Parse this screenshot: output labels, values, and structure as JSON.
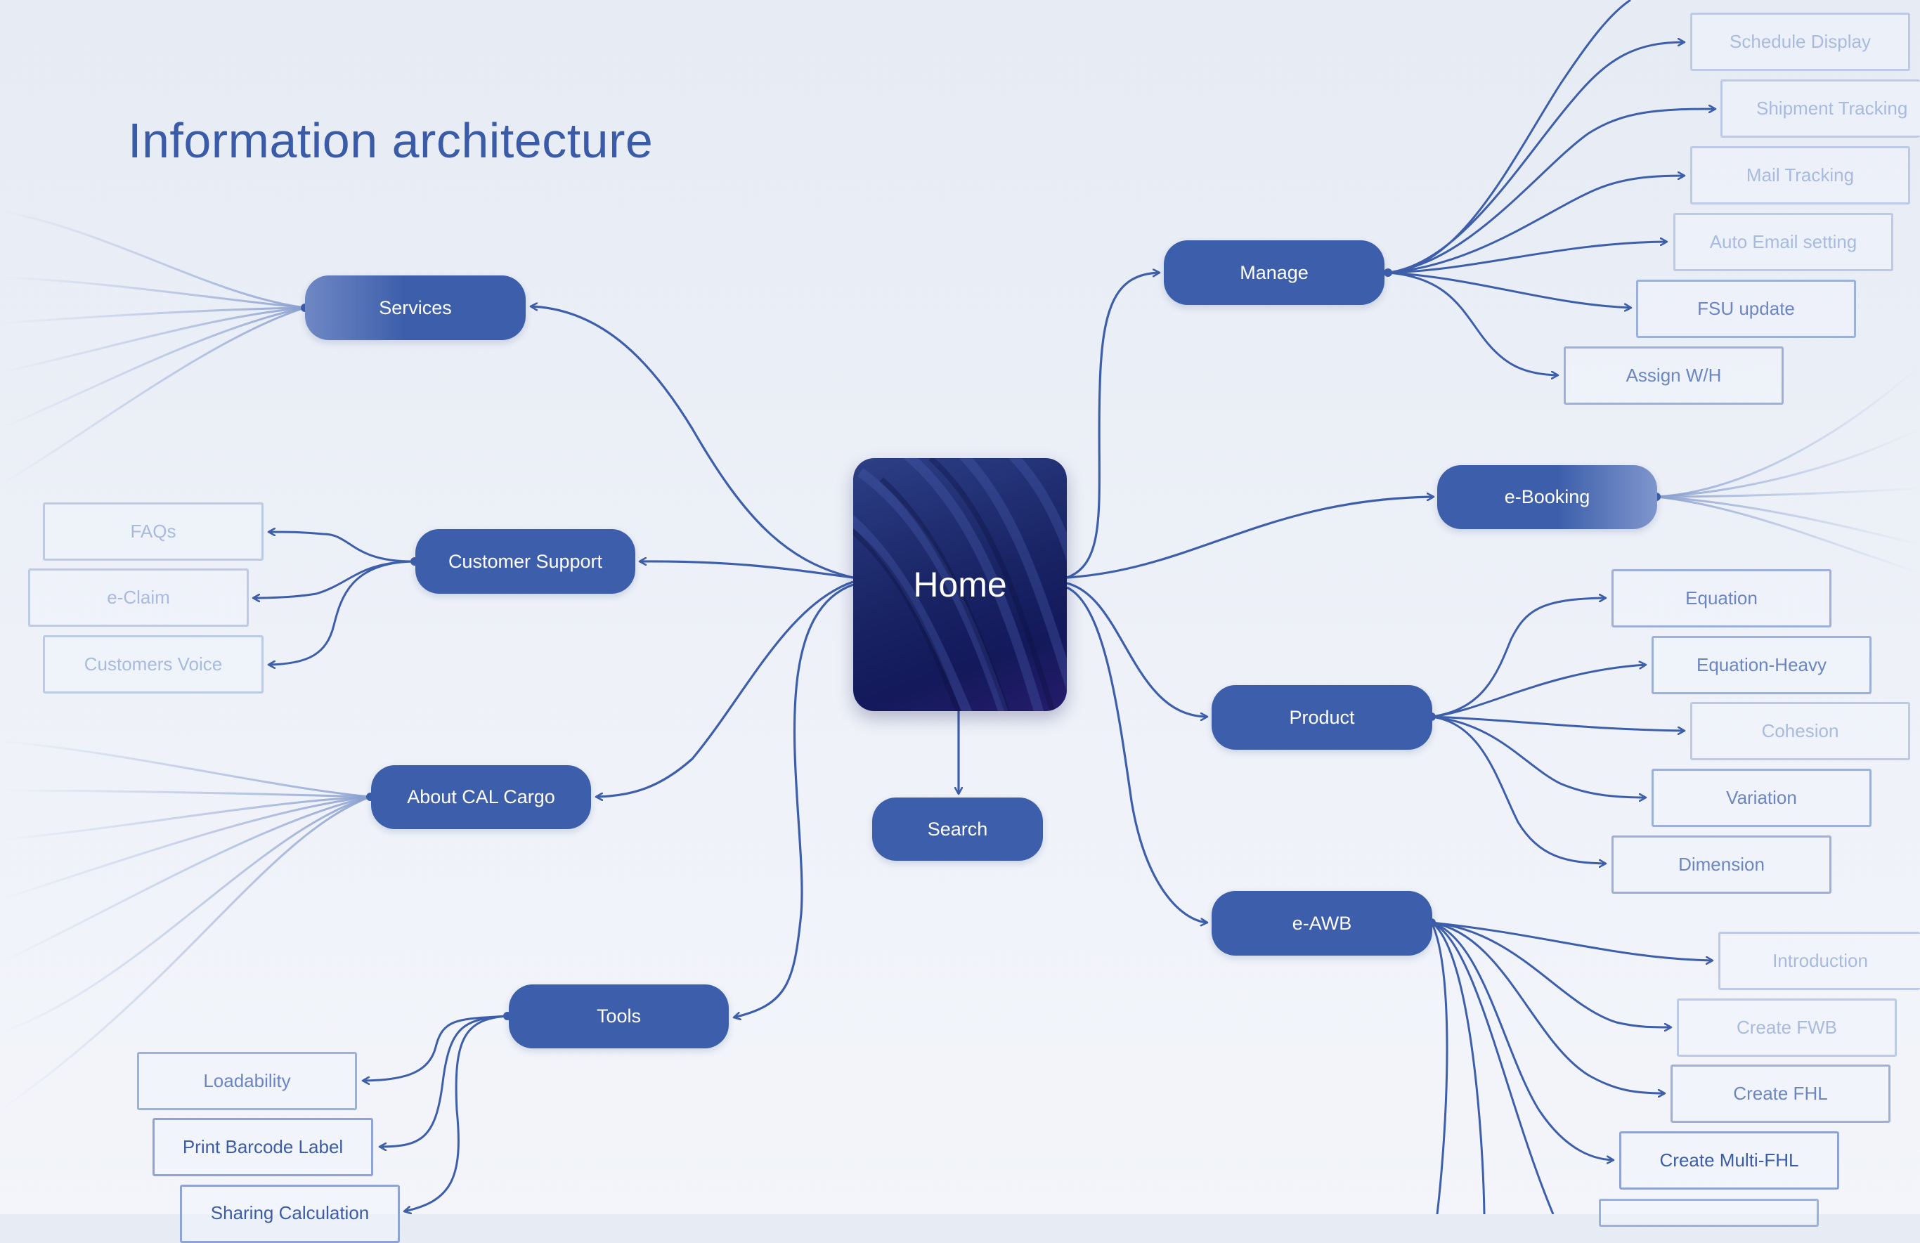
{
  "title": "Information architecture",
  "home": {
    "label": "Home"
  },
  "search": {
    "label": "Search"
  },
  "colors": {
    "accent": "#3d5fab",
    "leaf_border": "#9db0da",
    "home_dark": "#151b5c"
  },
  "branches": {
    "services": {
      "label": "Services",
      "children": []
    },
    "customer_support": {
      "label": "Customer Support",
      "children": [
        "FAQs",
        "e-Claim",
        "Customers Voice"
      ]
    },
    "about": {
      "label": "About CAL Cargo",
      "children": []
    },
    "tools": {
      "label": "Tools",
      "children": [
        "Loadability",
        "Print Barcode Label",
        "Sharing Calculation"
      ]
    },
    "manage": {
      "label": "Manage",
      "children": [
        "Schedule Display",
        "Shipment Tracking",
        "Mail Tracking",
        "Auto Email setting",
        "FSU update",
        "Assign W/H"
      ]
    },
    "ebooking": {
      "label": "e-Booking",
      "children": []
    },
    "product": {
      "label": "Product",
      "children": [
        "Equation",
        "Equation-Heavy",
        "Cohesion",
        "Variation",
        "Dimension"
      ]
    },
    "eawb": {
      "label": "e-AWB",
      "children": [
        "Introduction",
        "Create FWB",
        "Create FHL",
        "Create Multi-FHL"
      ]
    }
  }
}
